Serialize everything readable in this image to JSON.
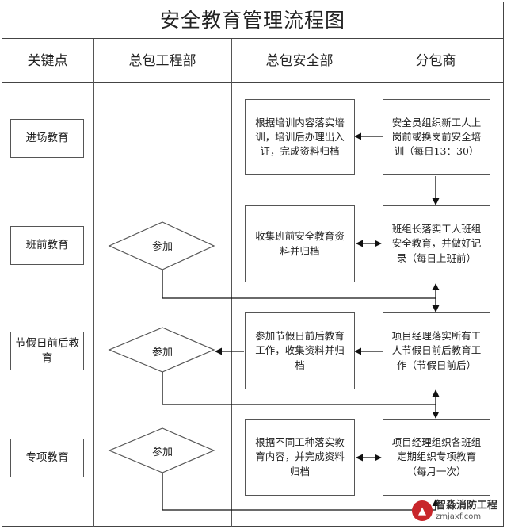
{
  "title": "安全教育管理流程图",
  "columns": [
    "关键点",
    "总包工程部",
    "总包安全部",
    "分包商"
  ],
  "stages": [
    {
      "label": "进场教育"
    },
    {
      "label": "班前教育"
    },
    {
      "label": "节假日前后教育"
    },
    {
      "label": "专项教育"
    }
  ],
  "decisions": [
    "参加",
    "参加",
    "参加"
  ],
  "safety_dept_boxes": [
    {
      "text": "根据培训内容落实培训，培训后办理出入证，完成资料归档"
    },
    {
      "text": "收集班前安全教育资料并归档"
    },
    {
      "text": "参加节假日前后教育工作，收集资料并归档"
    },
    {
      "text": "根据不同工种落实教育内容，并完成资料归档"
    }
  ],
  "subcontractor_boxes": [
    {
      "text": "安全员组织新工人上岗前或换岗前安全培训（每日13：30）"
    },
    {
      "text": "班组长落实工人班组安全教育，并做好记录（每日上班前）"
    },
    {
      "text": "项目经理落实所有工人节假日前后教育工作（节假日前后）"
    },
    {
      "text": "项目经理组织各班组定期组织专项教育（每月一次）"
    }
  ],
  "watermark": {
    "brand": "智淼消防工程",
    "url": "zmjaxf.com"
  }
}
